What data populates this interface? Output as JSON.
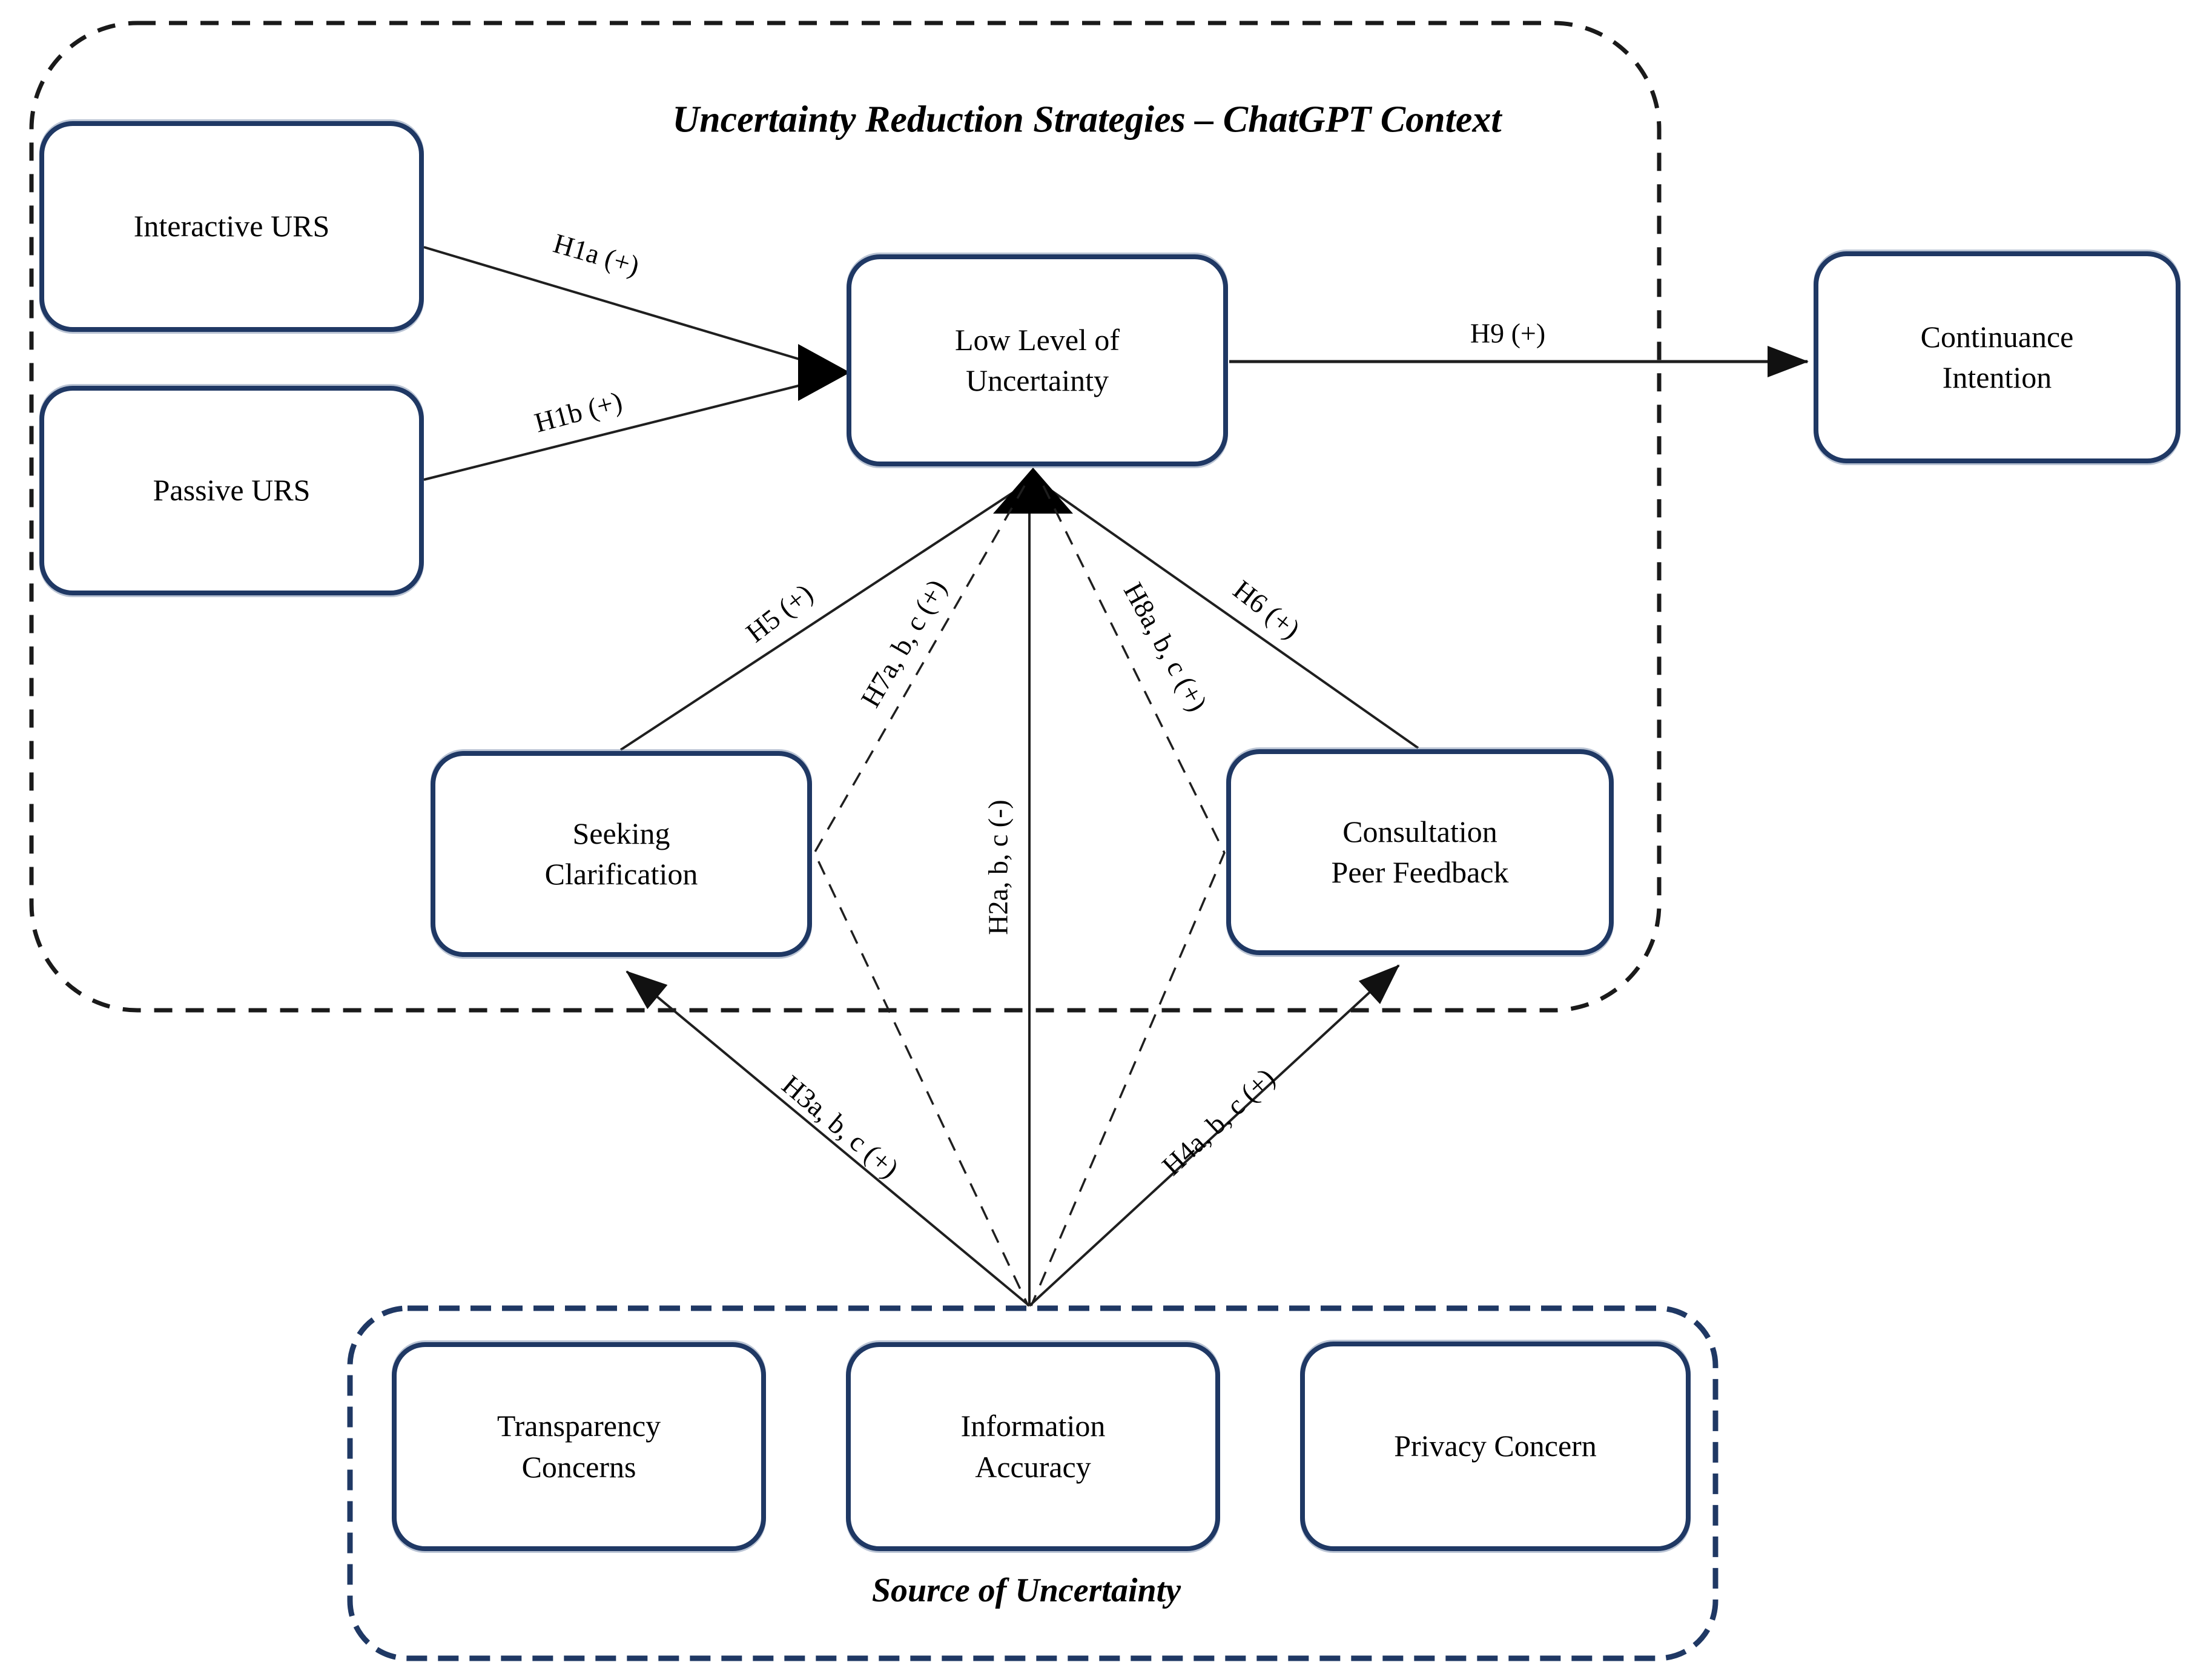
{
  "diagram": {
    "title": "Uncertainty Reduction Strategies – ChatGPT Context",
    "source_label": "Source of Uncertainty",
    "nodes": {
      "interactive_urs": "Interactive URS",
      "passive_urs": "Passive URS",
      "low_level_of_uncertainty": "Low Level of\nUncertainty",
      "continuance_intention": "Continuance\nIntention",
      "seeking_clarification": "Seeking\nClarification",
      "consultation_peer_feedback": "Consultation\nPeer Feedback",
      "transparency_concerns": "Transparency\nConcerns",
      "information_accuracy": "Information\nAccuracy",
      "privacy_concern": "Privacy Concern"
    },
    "edges": {
      "h1a": "H1a (+)",
      "h1b": "H1b (+)",
      "h2": "H2a, b, c (-)",
      "h3": "H3a, b, c (+)",
      "h4": "H4a, b, c (+)",
      "h5": "H5 (+)",
      "h6": "H6 (+)",
      "h7": "H7a, b, c (+)",
      "h8": "H8a, b, c (+)",
      "h9": "H9 (+)"
    },
    "colors": {
      "box_border": "#1f3864",
      "source_boundary": "#1f3864",
      "context_boundary": "#1a1a1a",
      "line": "#1f1f1f",
      "text": "#000000"
    }
  }
}
